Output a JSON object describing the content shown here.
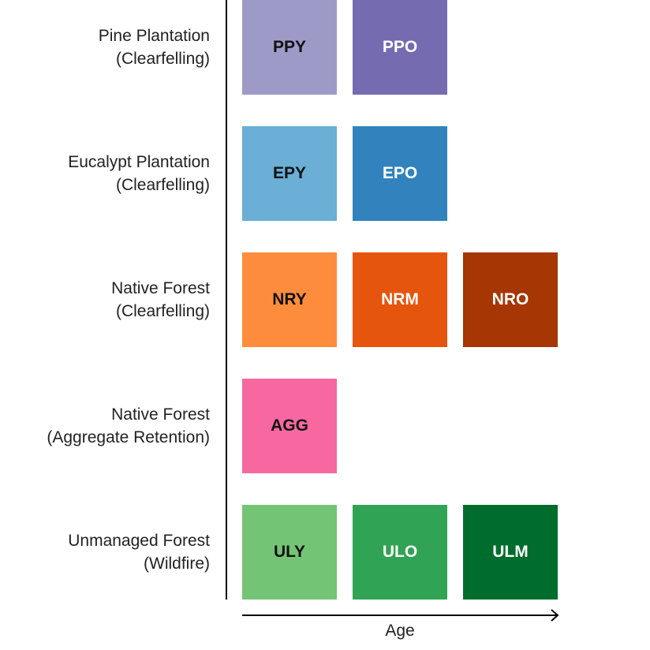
{
  "rows": [
    {
      "label_line1": "Pine Plantation",
      "label_line2": "(Clearfelling)",
      "tiles": [
        {
          "code": "PPY",
          "color": "#9e9ac8",
          "text_color": "#111111"
        },
        {
          "code": "PPO",
          "color": "#756bb1",
          "text_color": "#ffffff"
        }
      ]
    },
    {
      "label_line1": "Eucalypt Plantation",
      "label_line2": "(Clearfelling)",
      "tiles": [
        {
          "code": "EPY",
          "color": "#6baed6",
          "text_color": "#111111"
        },
        {
          "code": "EPO",
          "color": "#3182bd",
          "text_color": "#ffffff"
        }
      ]
    },
    {
      "label_line1": "Native Forest",
      "label_line2": "(Clearfelling)",
      "tiles": [
        {
          "code": "NRY",
          "color": "#fd8d3c",
          "text_color": "#111111"
        },
        {
          "code": "NRM",
          "color": "#e6550d",
          "text_color": "#ffffff"
        },
        {
          "code": "NRO",
          "color": "#a63603",
          "text_color": "#ffffff"
        }
      ]
    },
    {
      "label_line1": "Native Forest",
      "label_line2": "(Aggregate Retention)",
      "tiles": [
        {
          "code": "AGG",
          "color": "#f768a1",
          "text_color": "#111111"
        }
      ]
    },
    {
      "label_line1": "Unmanaged Forest",
      "label_line2": "(Wildfire)",
      "tiles": [
        {
          "code": "ULY",
          "color": "#74c476",
          "text_color": "#111111"
        },
        {
          "code": "ULO",
          "color": "#31a354",
          "text_color": "#ffffff"
        },
        {
          "code": "ULM",
          "color": "#006d2c",
          "text_color": "#ffffff"
        }
      ]
    }
  ],
  "axis": {
    "label": "Age"
  }
}
